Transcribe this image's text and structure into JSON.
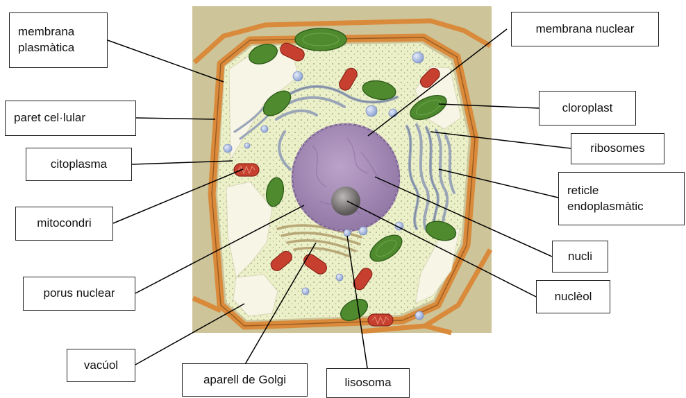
{
  "labels": {
    "membrana_plasmatica": "membrana\nplasmàtica",
    "paret_cellular": "paret  cel·lular",
    "citoplasma": "citoplasma",
    "mitocondri": "mitocondri",
    "porus_nuclear": "porus nuclear",
    "vacuol": "vacúol",
    "aparell_golgi": "aparell de Golgi",
    "lisosoma": "lisosoma",
    "membrana_nuclear": "membrana nuclear",
    "cloroplast": "cloroplast",
    "ribosomes": "ribosomes",
    "reticle": "reticle\nendoplasmàtic",
    "nucli": "nucli",
    "nucleol": "nuclèol"
  },
  "colors": {
    "cell_wall": "#d98a3a",
    "background": "#cdc49a",
    "cytoplasm": "#ecf0c8",
    "vacuole": "#f7f5e6",
    "chloroplast": "#4f8a2f",
    "mitochondrion": "#c7402f",
    "nucleus": "#a98cb8",
    "nucleolus": "#6f6a6a",
    "vesicle": "#9eb2dc",
    "reticulum": "#9aa6b8",
    "golgi": "#b8a878"
  }
}
